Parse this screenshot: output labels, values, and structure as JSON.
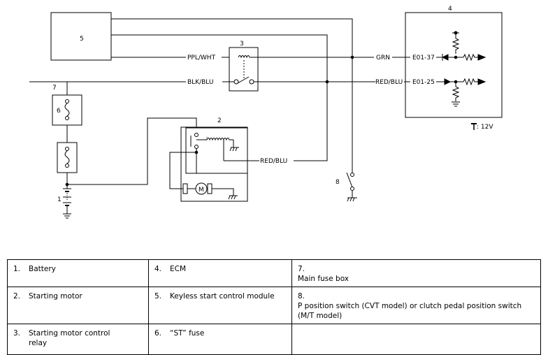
{
  "callouts": {
    "n1": "1",
    "n2": "2",
    "n3": "3",
    "n4": "4",
    "n5": "5",
    "n6": "6",
    "n7": "7",
    "n8": "8"
  },
  "wires": {
    "ppl_wht": "PPL/WHT",
    "blk_blu": "BLK/BLU",
    "red_blu_relay": "RED/BLU",
    "grn": "GRN",
    "red_blu_ecm": "RED/BLU",
    "e01_37": "E01-37",
    "e01_25": "E01-25",
    "motor_symbol": "M"
  },
  "voltage_note": ": 12V",
  "legend": [
    [
      {
        "num": "1.",
        "text": "Battery"
      },
      {
        "num": "4.",
        "text": "ECM"
      },
      {
        "num": "7.",
        "text": "Main fuse box"
      }
    ],
    [
      {
        "num": "2.",
        "text": "Starting motor"
      },
      {
        "num": "5.",
        "text": "Keyless start control module"
      },
      {
        "num": "8.",
        "text": "P position switch (CVT model) or clutch pedal position switch (M/T model)"
      }
    ],
    [
      {
        "num": "3.",
        "text": "Starting motor control relay"
      },
      {
        "num": "6.",
        "text": "“ST” fuse"
      },
      {
        "num": "",
        "text": ""
      }
    ]
  ]
}
